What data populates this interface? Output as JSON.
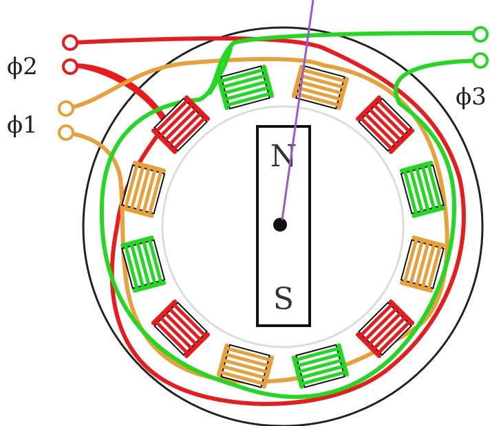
{
  "phases": [
    {
      "id": "phi1",
      "label": "ϕ1",
      "color": "#e8a03a"
    },
    {
      "id": "phi2",
      "label": "ϕ2",
      "color": "#e81c1c"
    },
    {
      "id": "phi3",
      "label": "ϕ3",
      "color": "#22d822"
    }
  ],
  "rotor": {
    "north_label": "N",
    "south_label": "S"
  },
  "colors": {
    "stator_outline": "#222222",
    "inner_ring": "#dcdcdc",
    "pointer": "#9b59d0",
    "slot_outline": "#111111"
  },
  "coil_sequence": [
    "phi1",
    "phi2",
    "phi3",
    "phi1",
    "phi2",
    "phi3",
    "phi1",
    "phi2",
    "phi3",
    "phi1",
    "phi2",
    "phi3"
  ]
}
